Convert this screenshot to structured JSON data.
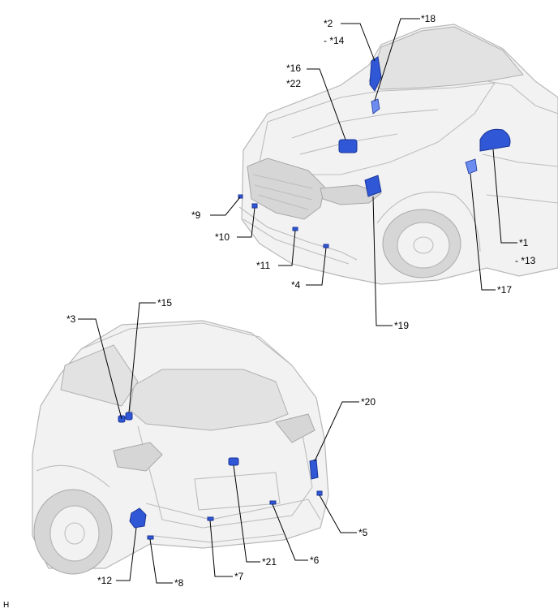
{
  "labels": {
    "p1": "*1",
    "p2": "*2",
    "p3": "*3",
    "p4": "*4",
    "p5": "*5",
    "p6": "*6",
    "p7": "*7",
    "p8": "*8",
    "p9": "*9",
    "p10": "*10",
    "p11": "*11",
    "p12": "*12",
    "p13": "- *13",
    "p14": "- *14",
    "p15": "*15",
    "p16": "*16",
    "p17": "*17",
    "p18": "*18",
    "p19": "*19",
    "p20": "*20",
    "p21": "*21",
    "p22": "*22"
  },
  "corner_mark": "H",
  "colors": {
    "part": "#2f57d6",
    "body": "#f2f2f2",
    "outline": "#b8b8b8"
  }
}
